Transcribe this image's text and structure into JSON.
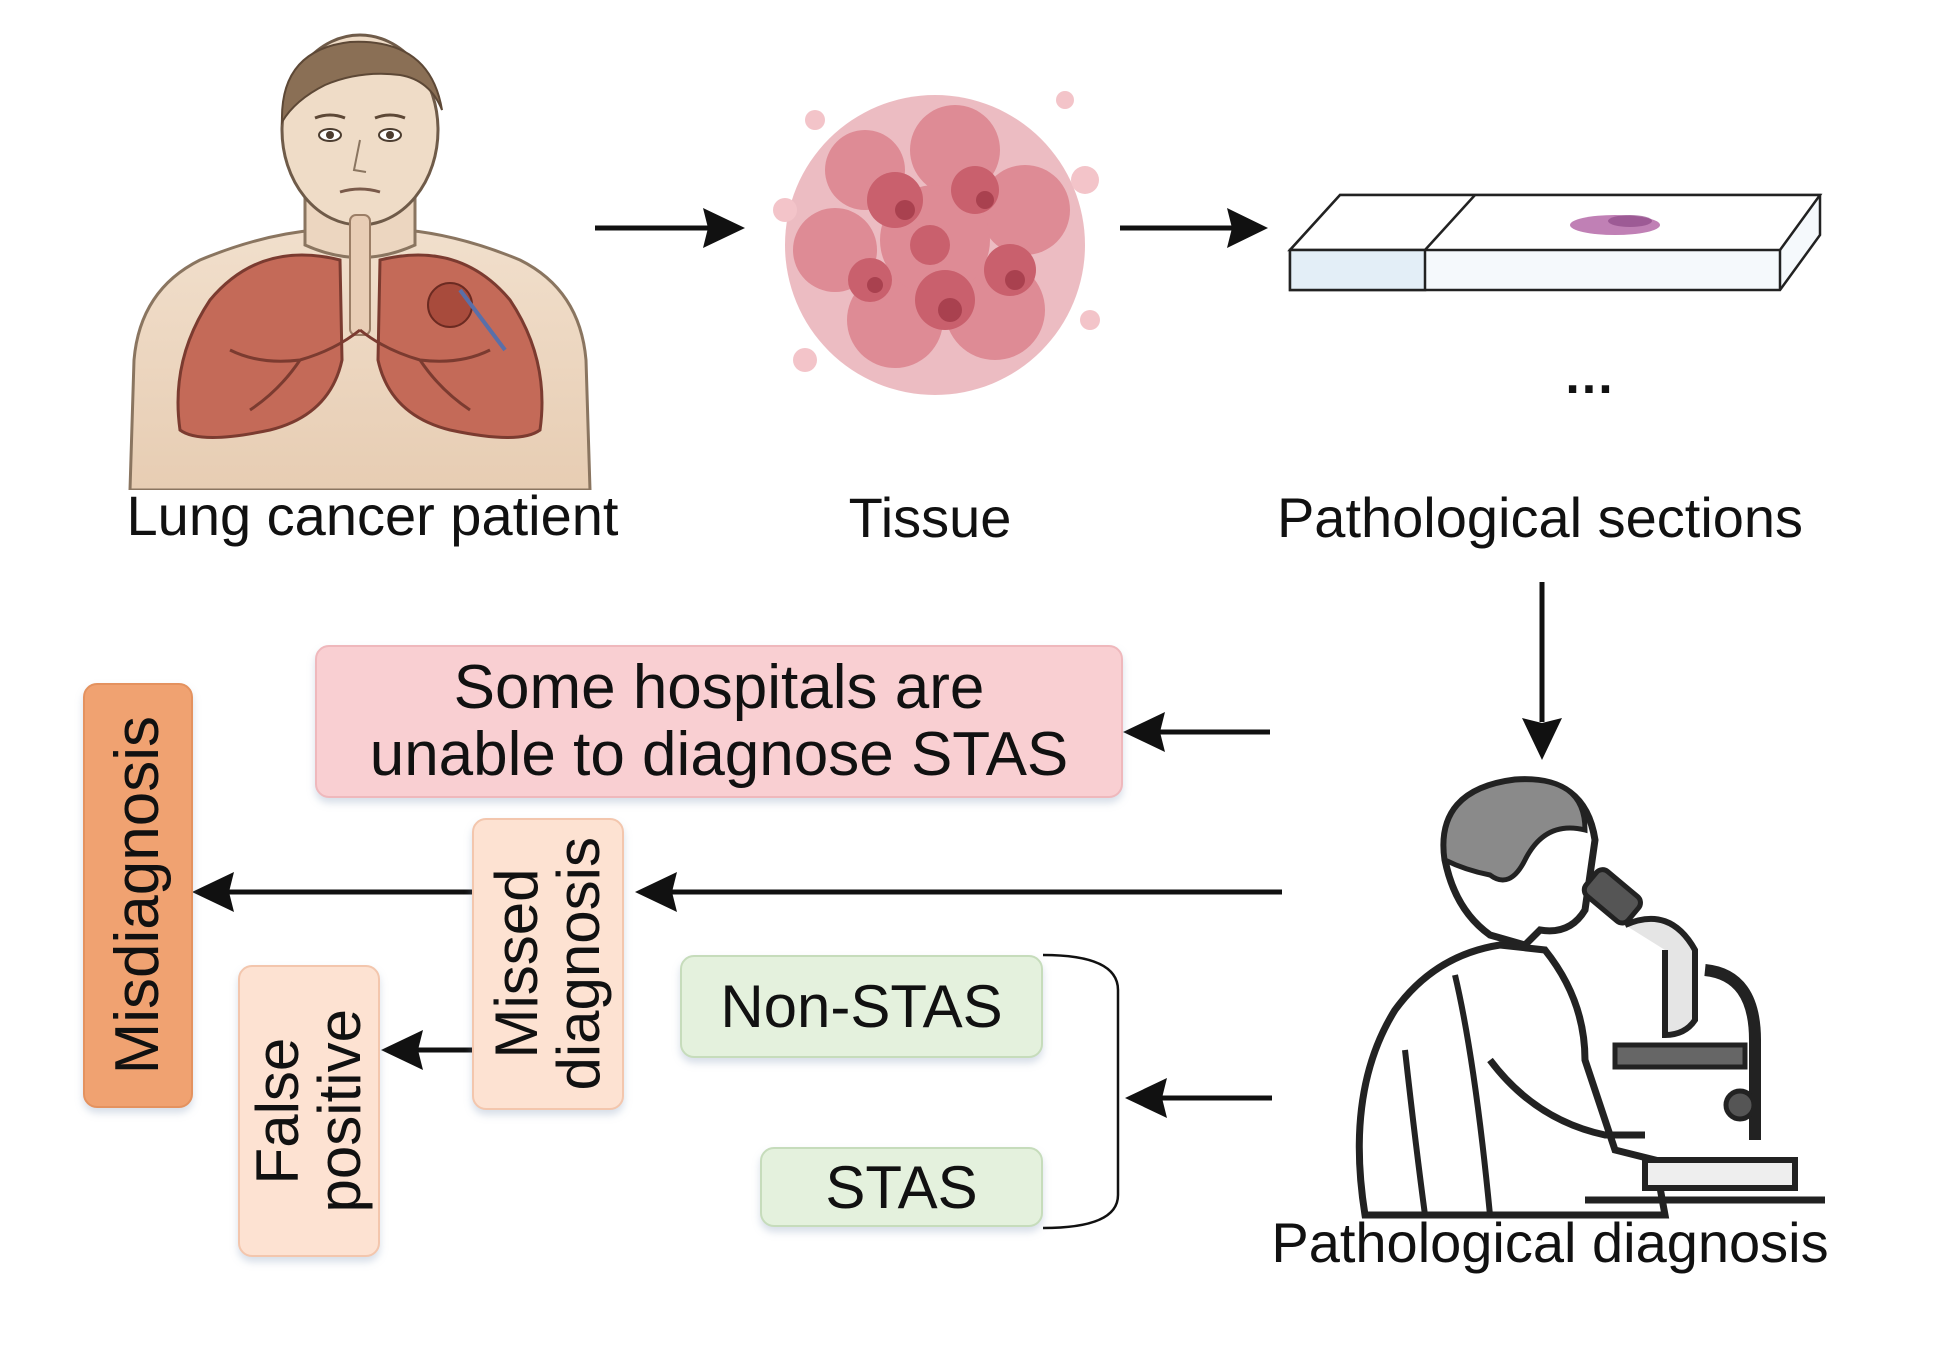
{
  "stages": {
    "patient_label": "Lung cancer patient",
    "tissue_label": "Tissue",
    "sections_label": "Pathological sections",
    "ellipsis": "...",
    "diagnosis_label": "Pathological diagnosis"
  },
  "outcomes": {
    "hospitals_line1": "Some hospitals are",
    "hospitals_line2": "unable to diagnose STAS",
    "missed_line1": "Missed",
    "missed_line2": "diagnosis",
    "false_line1": "False",
    "false_line2": "positive",
    "misdiagnosis": "Misdiagnosis",
    "non_stas": "Non-STAS",
    "stas": "STAS"
  },
  "colors": {
    "hospitals_fill": "#f9cfd2",
    "hospitals_border": "#efb8bc",
    "missed_fill": "#fde2d2",
    "missed_border": "#f3c6ad",
    "misdiagnosis_fill": "#f0a271",
    "green_fill": "#e4f1dd",
    "green_border": "#c6dcbb",
    "arrow": "#111111"
  }
}
